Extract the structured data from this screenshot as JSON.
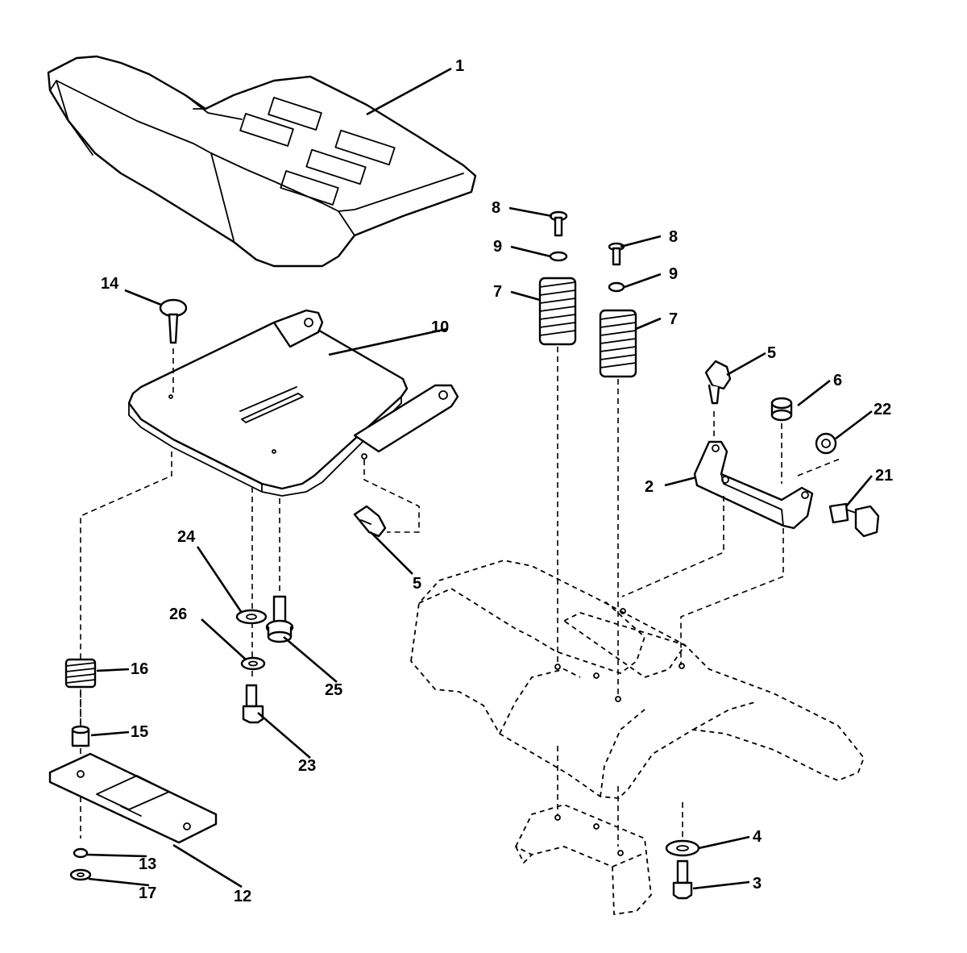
{
  "callouts": {
    "c1": "1",
    "c2": "2",
    "c3": "3",
    "c4": "4",
    "c5a": "5",
    "c5b": "5",
    "c6": "6",
    "c7a": "7",
    "c7b": "7",
    "c8a": "8",
    "c8b": "8",
    "c9a": "9",
    "c9b": "9",
    "c10": "10",
    "c12": "12",
    "c13": "13",
    "c14": "14",
    "c15": "15",
    "c16": "16",
    "c17": "17",
    "c21": "21",
    "c22": "22",
    "c23": "23",
    "c24": "24",
    "c25": "25",
    "c26": "26"
  }
}
